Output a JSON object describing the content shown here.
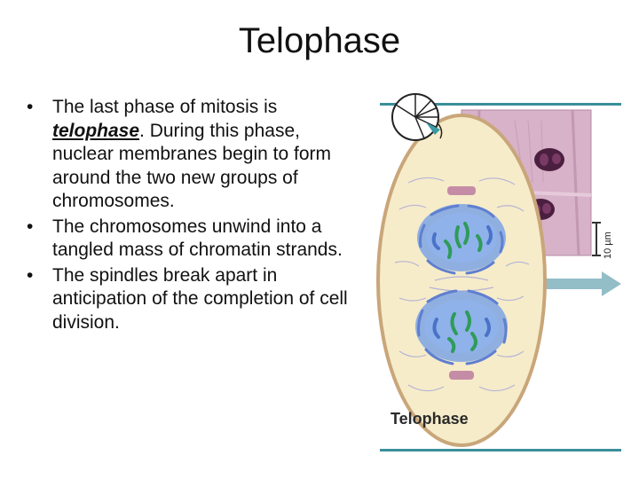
{
  "slide": {
    "title": "Telophase"
  },
  "bullets": {
    "b1_before": "The last phase of mitosis is ",
    "b1_term": "telophase",
    "b1_after": ". During this phase, nuclear membranes begin to form around the two new groups of chromosomes.",
    "b2": "The chromosomes unwind into a tangled mass of chromatin strands.",
    "b3": "The spindles break apart in anticipation of the completion of cell division.",
    "bullet_glyph": "•"
  },
  "figure": {
    "caption": "Telophase",
    "scale_label": "10 µm",
    "colors": {
      "rule": "#3a8f9a",
      "cell_fill": "#f6ecc9",
      "cell_outline": "#c9a67a",
      "nucleus": "#6d9be8",
      "chromosome_green": "#2f9b59",
      "micrograph_bg": "#d8b2c8",
      "arrow": "#93bdc7"
    }
  }
}
